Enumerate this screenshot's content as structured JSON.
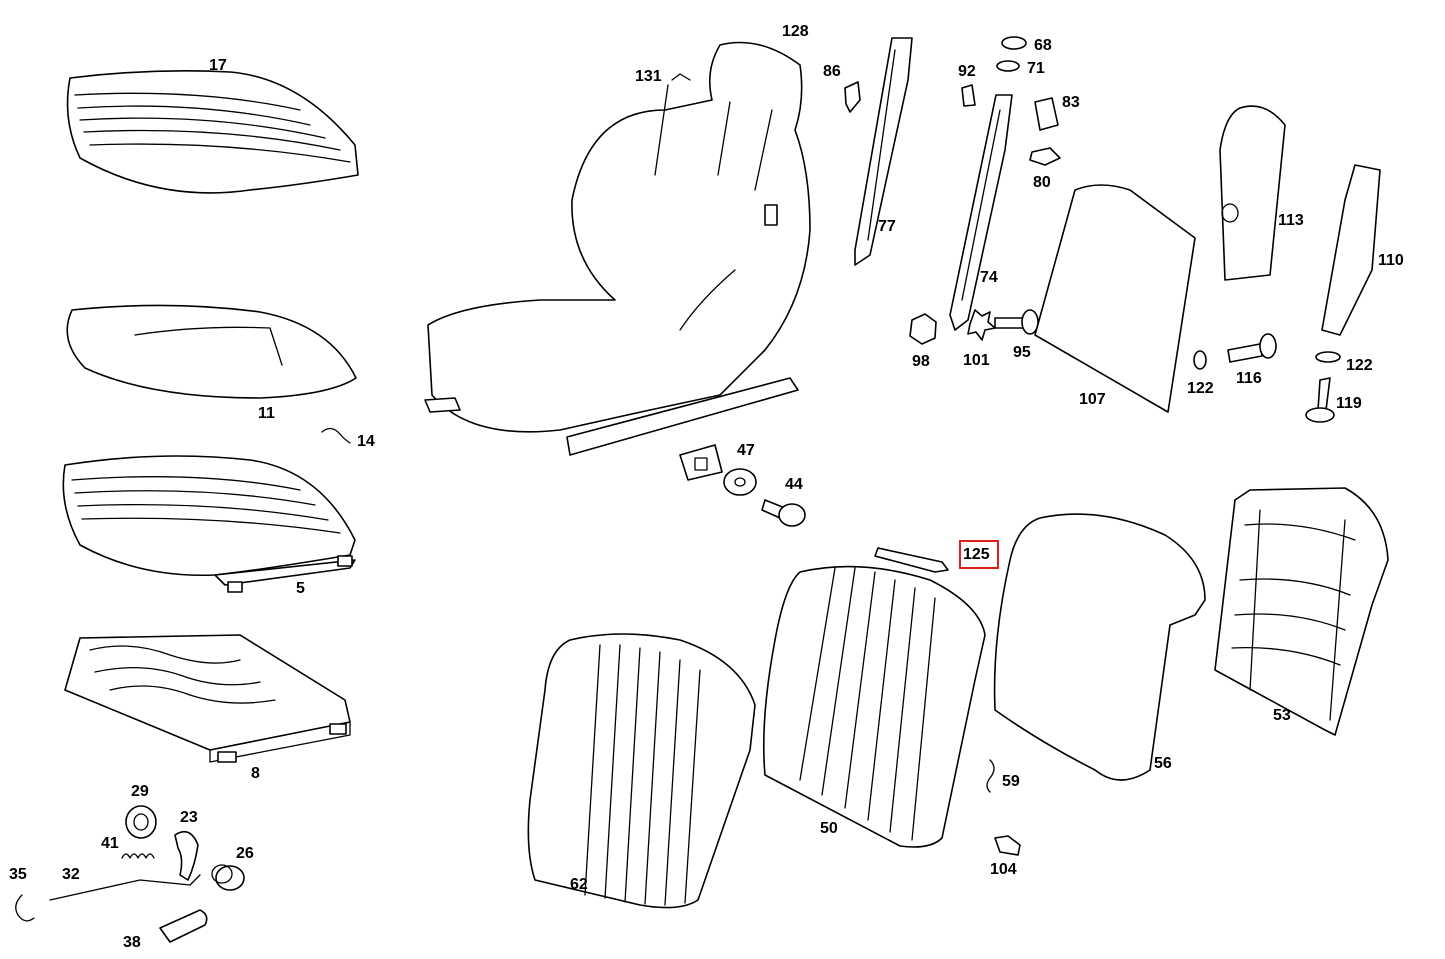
{
  "diagram": {
    "highlight_color": "#e0201c",
    "highlighted_part": "125",
    "parts": {
      "p5": "5",
      "p8": "8",
      "p11": "11",
      "p14": "14",
      "p17": "17",
      "p23": "23",
      "p26": "26",
      "p29": "29",
      "p32": "32",
      "p35": "35",
      "p38": "38",
      "p41": "41",
      "p44": "44",
      "p47": "47",
      "p50": "50",
      "p53": "53",
      "p56": "56",
      "p59": "59",
      "p62": "62",
      "p68": "68",
      "p71": "71",
      "p74": "74",
      "p77": "77",
      "p80": "80",
      "p83": "83",
      "p86": "86",
      "p92": "92",
      "p95": "95",
      "p98": "98",
      "p101": "101",
      "p104": "104",
      "p107": "107",
      "p110": "110",
      "p113": "113",
      "p116": "116",
      "p119": "119",
      "p122a": "122",
      "p122b": "122",
      "p125": "125",
      "p128": "128",
      "p131": "131"
    }
  }
}
